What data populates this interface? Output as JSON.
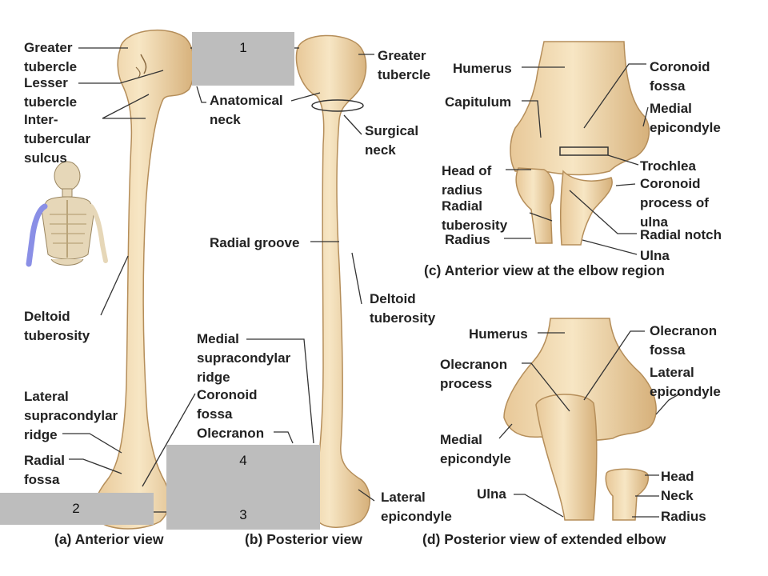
{
  "colors": {
    "bone": "#f3deb6",
    "bone_shade": "#d9b47e",
    "bone_edge": "#b58e5a",
    "skeleton": "#e6d7b8",
    "humerus_highlight": "#8a8fe6",
    "leader_line": "#333333",
    "mask_box": "#bdbdbd",
    "text": "#222222"
  },
  "labels": {
    "greater_tubercle_a": "Greater\ntubercle",
    "lesser_tubercle": "Lesser\ntubercle",
    "intertubercular_sulcus": "Inter-\ntubercular\nsulcus",
    "deltoid_tuberosity_a": "Deltoid\ntuberosity",
    "lateral_supracondylar_ridge": "Lateral\nsupracondylar\nridge",
    "radial_fossa": "Radial\nfossa",
    "anatomical_neck": "Anatomical\nneck",
    "greater_tubercle_b": "Greater\ntubercle",
    "surgical_neck": "Surgical\nneck",
    "radial_groove": "Radial groove",
    "deltoid_tuberosity_b": "Deltoid\ntuberosity",
    "medial_supracondylar_ridge": "Medial\nsupracondylar\nridge",
    "coronoid_fossa_a": "Coronoid\nfossa",
    "olecranon": "Olecranon",
    "lateral_epicondyle_b": "Lateral\nepicondyle",
    "humerus_c": "Humerus",
    "capitulum": "Capitulum",
    "head_of_radius": "Head of\nradius",
    "radial_tuberosity": "Radial\ntuberosity",
    "radius_c": "Radius",
    "coronoid_fossa_c": "Coronoid\nfossa",
    "medial_epicondyle_c": "Medial\nepicondyle",
    "trochlea": "Trochlea",
    "coronoid_process_of_ulna": "Coronoid\nprocess of\nulna",
    "radial_notch": "Radial notch",
    "ulna_c": "Ulna",
    "humerus_d": "Humerus",
    "olecranon_process": "Olecranon\nprocess",
    "medial_epicondyle_d": "Medial\nepicondyle",
    "ulna_d": "Ulna",
    "olecranon_fossa": "Olecranon\nfossa",
    "lateral_epicondyle_d": "Lateral\nepicondyle",
    "head_d": "Head",
    "neck_d": "Neck",
    "radius_d": "Radius"
  },
  "captions": {
    "a": "(a) Anterior view",
    "b": "(b) Posterior view",
    "c": "(c) Anterior view at the elbow region",
    "d": "(d) Posterior view of extended elbow"
  },
  "boxes": {
    "box1": "1",
    "box2": "2",
    "box3": "3",
    "box4": "4"
  }
}
